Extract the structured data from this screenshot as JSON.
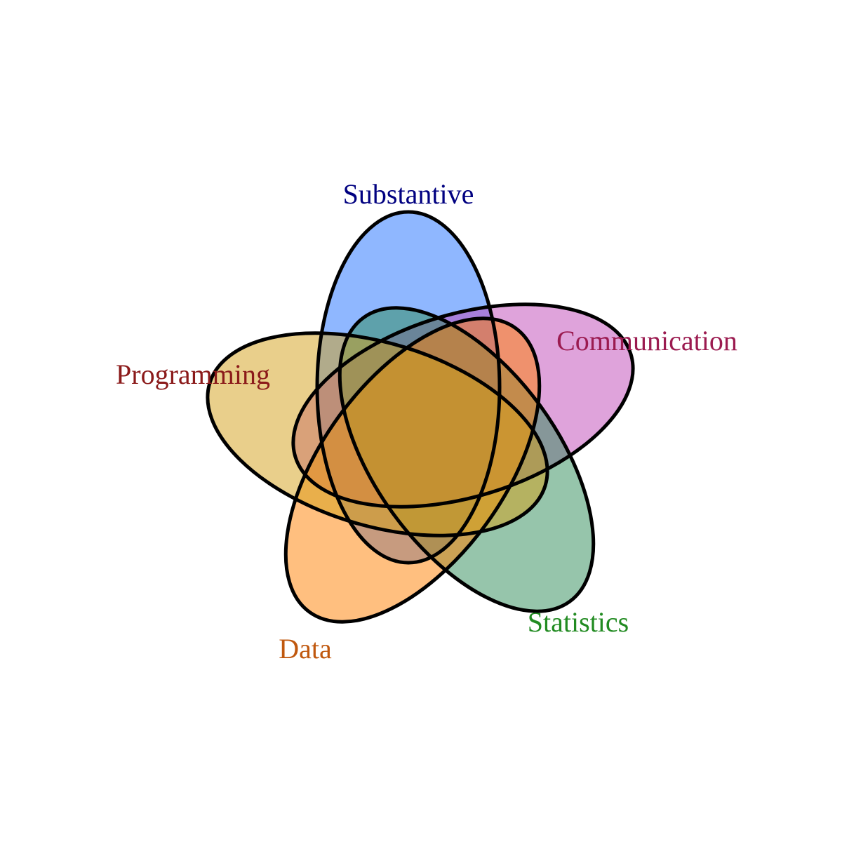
{
  "diagram": {
    "type": "venn",
    "set_count": 5,
    "sets": [
      {
        "id": "substantive",
        "label": "Substantive",
        "fill": "#1F6FFF",
        "label_color": "#000080"
      },
      {
        "id": "communication",
        "label": "Communication",
        "fill": "#C047B8",
        "label_color": "#9B1B50"
      },
      {
        "id": "statistics",
        "label": "Statistics",
        "fill": "#2E8B57",
        "label_color": "#228B22"
      },
      {
        "id": "data",
        "label": "Data",
        "fill": "#FF7F00",
        "label_color": "#C0580E"
      },
      {
        "id": "programming",
        "label": "Programming",
        "fill": "#D4A017",
        "label_color": "#8B1A1A"
      }
    ]
  }
}
